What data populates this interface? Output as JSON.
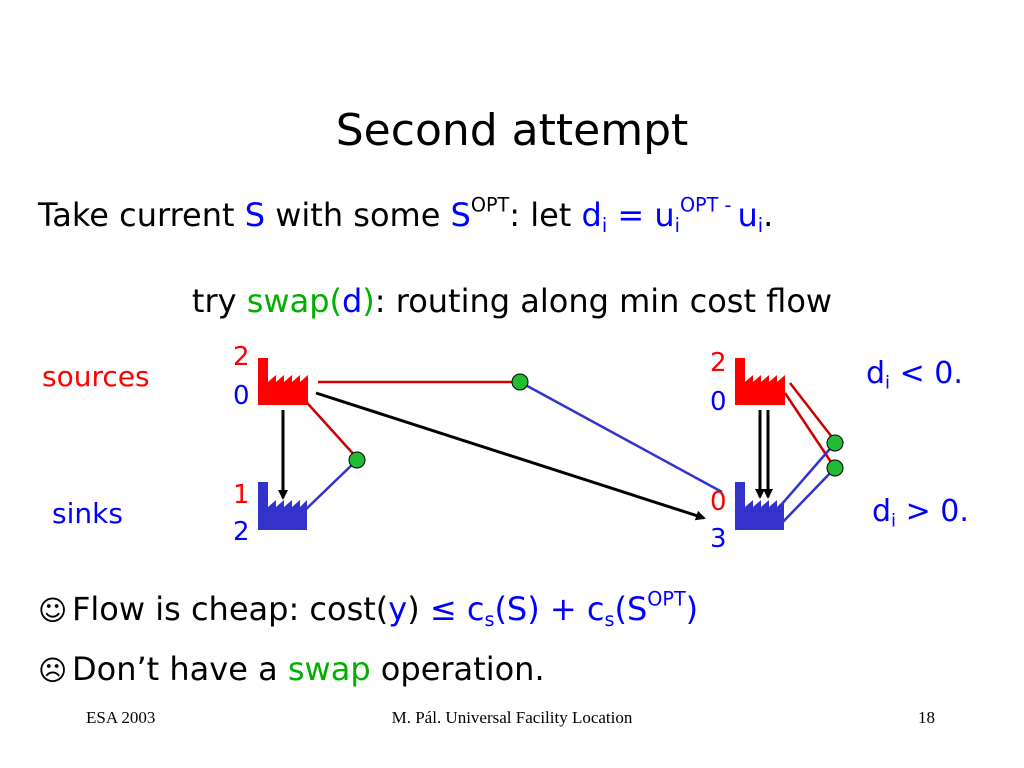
{
  "title": "Second attempt",
  "line1": {
    "t1": "Take current ",
    "S": "S",
    "t2": " with some ",
    "Sopt": "S",
    "Sopt_sup": "OPT",
    "t3": ": let ",
    "d": "d",
    "d_sub": "i",
    "eq": " = u",
    "u_sub": "i",
    "u_sup": "OPT - ",
    "u2": " u",
    "u2_sub": "i",
    "end": "."
  },
  "line2": {
    "try": "try ",
    "swap": "swap(",
    "d": "d",
    "close": ")",
    "rest": ": routing along min cost flow"
  },
  "diagram": {
    "sources_label": "sources",
    "sinks_label": "sinks",
    "factory_left_top": {
      "top": "2",
      "bottom": "0"
    },
    "factory_right_top": {
      "top": "2",
      "bottom": "0"
    },
    "factory_left_bottom": {
      "top": "1",
      "bottom": "2"
    },
    "factory_right_bottom": {
      "top": "0",
      "bottom": "3"
    },
    "cond_neg": {
      "d": "d",
      "sub": "i",
      "rest": " < 0."
    },
    "cond_pos": {
      "d": "d",
      "sub": "i",
      "rest": " > 0."
    },
    "colors": {
      "source": "#ff0000",
      "sink": "#3333cc",
      "node": "#22bb33",
      "flow": "#000000"
    }
  },
  "bullets": [
    {
      "icon": "smiley-happy-icon",
      "glyph": "☺",
      "t1": "Flow is cheap: cost(",
      "y": "y",
      "t2": ") ",
      "le": "≤ c",
      "s1": "s",
      "t3": "(S)  +  c",
      "s2": "s",
      "t4": "(S",
      "sup": "OPT",
      "t5": ")"
    },
    {
      "icon": "smiley-sad-icon",
      "glyph": "☹",
      "t1": "Don’t have a ",
      "swap": "swap",
      "t2": " operation."
    }
  ],
  "footer": {
    "left": "ESA 2003",
    "center": "M. Pál. Universal Facility Location",
    "right": "18"
  }
}
